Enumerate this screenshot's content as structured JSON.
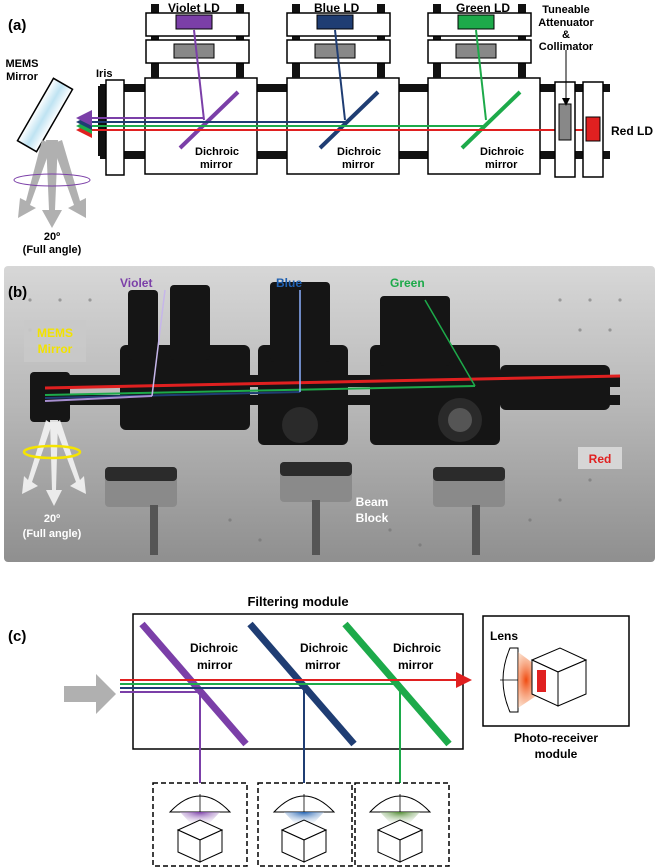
{
  "panel_a": {
    "tag": "(a)",
    "violet_ld": "Violet LD",
    "blue_ld": "Blue LD",
    "green_ld": "Green LD",
    "red_ld": "Red LD",
    "attenuator_1": "Tuneable",
    "attenuator_2": "Attenuator",
    "attenuator_3": "&",
    "attenuator_4": "Collimator",
    "iris": "Iris",
    "mems_1": "MEMS",
    "mems_2": "Mirror",
    "dichroic_1": "Dichroic",
    "mirror_word": "mirror",
    "angle_1": "20º",
    "angle_2": "(Full angle)"
  },
  "panel_b": {
    "tag": "(b)",
    "violet": "Violet",
    "blue": "Blue",
    "green": "Green",
    "red": "Red",
    "mems_1": "MEMS",
    "mems_2": "Mirror",
    "beam_1": "Beam",
    "beam_2": "Block",
    "angle_1": "20º",
    "angle_2": "(Full angle)"
  },
  "panel_c": {
    "tag": "(c)",
    "filtering_module": "Filtering module",
    "dichroic": "Dichroic",
    "mirror_word": "mirror",
    "lens": "Lens",
    "pr_1": "Photo-receiver",
    "pr_2": "module"
  },
  "colors": {
    "violet": "#7b3fa8",
    "blue": "#1f3d73",
    "green": "#1daa4a",
    "red": "#e02020"
  }
}
